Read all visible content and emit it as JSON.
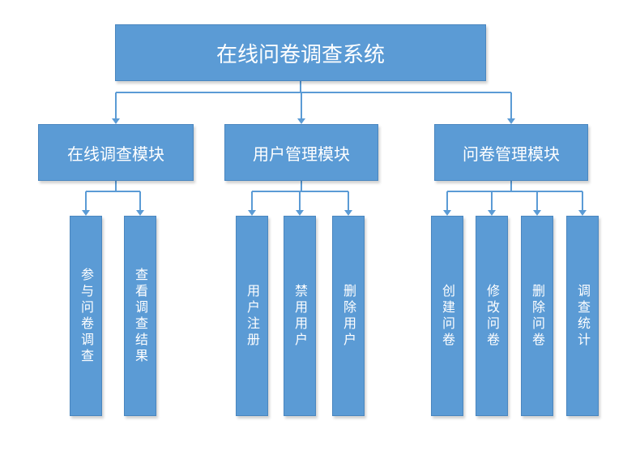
{
  "root": {
    "label": "在线问卷调查系统"
  },
  "modules": [
    {
      "label": "在线调查模块",
      "children": [
        "参与问卷调查",
        "查看调查结果"
      ]
    },
    {
      "label": "用户管理模块",
      "children": [
        "用户注册",
        "禁用用户",
        "删除用户"
      ]
    },
    {
      "label": "问卷管理模块",
      "children": [
        "创建问卷",
        "修改问卷",
        "删除问卷",
        "调查统计"
      ]
    }
  ],
  "colors": {
    "box": "#5b9bd5",
    "border": "#4a86bf",
    "text": "#ffffff",
    "connector": "#5b9bd5"
  }
}
